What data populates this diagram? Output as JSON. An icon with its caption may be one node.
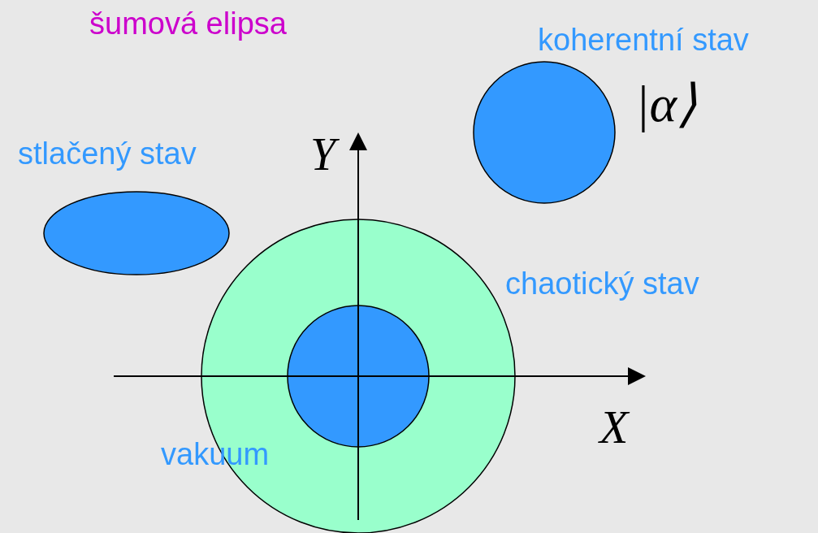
{
  "diagram": {
    "nodes": [
      {
        "text": [],
        "shape": "circle",
        "beside": [
          "koherentní stav",
          "|α⟩"
        ]
      },
      {
        "text": [],
        "shape": "ellipse",
        "beside": [
          "stlačený stav"
        ]
      },
      {
        "text": [],
        "shape": "circle",
        "beside": [
          "chaotický stav"
        ]
      },
      {
        "text": [],
        "shape": "circle",
        "in": 2,
        "beside": [
          "vakuum"
        ]
      }
    ],
    "edges": [],
    "labels": [
      "šumová elipsa",
      "Y",
      "X"
    ]
  }
}
